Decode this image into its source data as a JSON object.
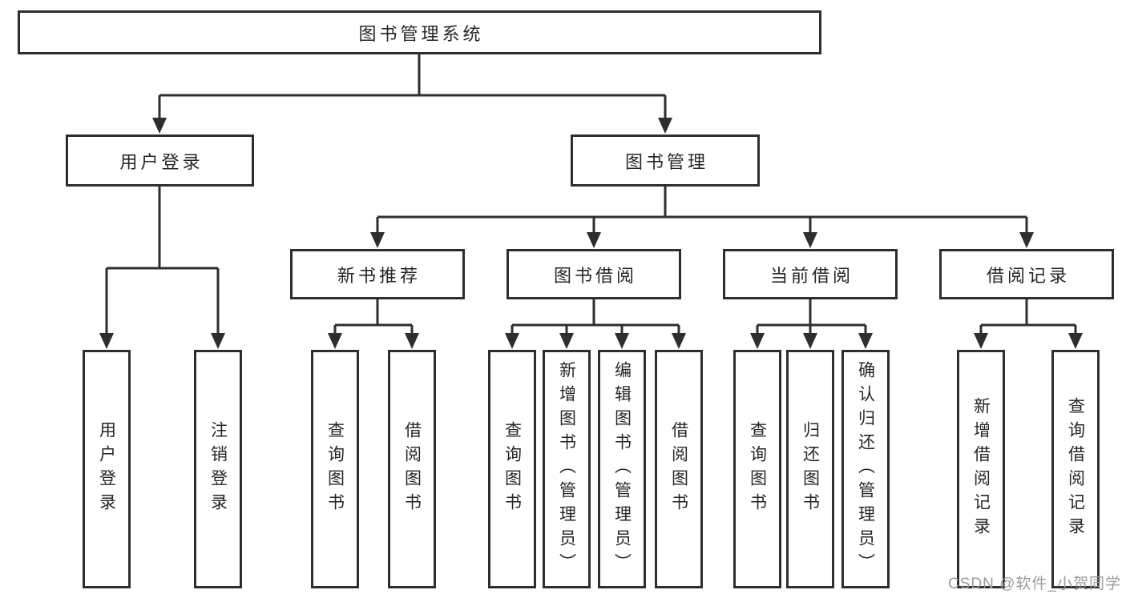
{
  "diagram_title": "图书管理系统",
  "tree": {
    "label": "图书管理系统",
    "children": [
      {
        "label": "用户登录",
        "children": [
          {
            "label": "用户登录"
          },
          {
            "label": "注销登录"
          }
        ]
      },
      {
        "label": "图书管理",
        "children": [
          {
            "label": "新书推荐",
            "children": [
              {
                "label": "查询图书"
              },
              {
                "label": "借阅图书"
              }
            ]
          },
          {
            "label": "图书借阅",
            "children": [
              {
                "label": "查询图书"
              },
              {
                "label": "新增图书（管理员）"
              },
              {
                "label": "编辑图书（管理员）"
              },
              {
                "label": "借阅图书"
              }
            ]
          },
          {
            "label": "当前借阅",
            "children": [
              {
                "label": "查询图书"
              },
              {
                "label": "归还图书"
              },
              {
                "label": "确认归还（管理员）"
              }
            ]
          },
          {
            "label": "借阅记录",
            "children": [
              {
                "label": "新增借阅记录"
              },
              {
                "label": "查询借阅记录"
              }
            ]
          }
        ]
      }
    ]
  },
  "watermark": {
    "text": "CSDN @软件_小贺同学",
    "color": "#9b9b9b"
  },
  "colors": {
    "line": "#2e2e2e",
    "box_border": "#2e2e2e",
    "box_fill": "#ffffff",
    "text": "#262626",
    "background": "#ffffff"
  }
}
